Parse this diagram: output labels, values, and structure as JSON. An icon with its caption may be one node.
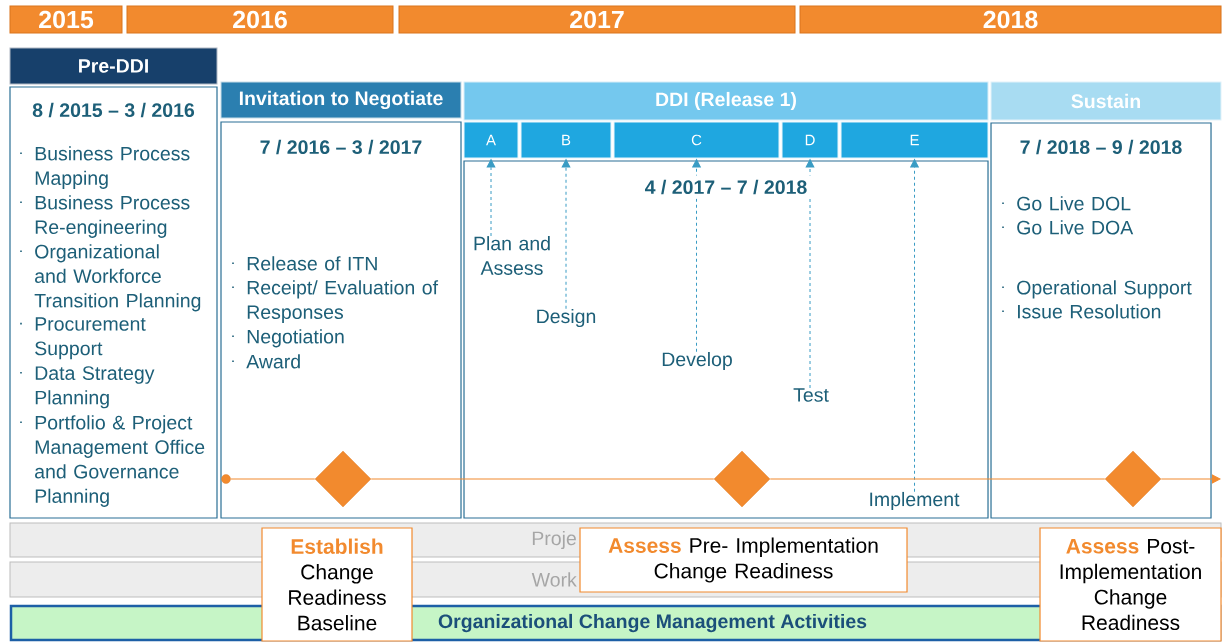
{
  "diagram": {
    "nodes": [
      {
        "text": [
          "2015"
        ]
      },
      {
        "text": [
          "2016"
        ]
      },
      {
        "text": [
          "2017"
        ]
      },
      {
        "text": [
          "2018"
        ]
      },
      {
        "text": [
          "Pre-DDI"
        ]
      },
      {
        "text": [
          "8 / 2015 – 3 / 2016",
          "Business Process Mapping",
          "Business Process Re-engineering",
          "Organizational and Workforce Transition Planning",
          "Procurement Support",
          "Data Strategy Planning",
          "Portfolio & Project Management Office and Governance Planning"
        ]
      },
      {
        "text": [
          "Invitation to Negotiate"
        ]
      },
      {
        "text": [
          "7 / 2016 – 3 / 2017",
          "Release of ITN",
          "Receipt/ Evaluation of Responses",
          "Negotiation",
          "Award"
        ]
      },
      {
        "text": [
          "DDI (Release 1)"
        ]
      },
      {
        "text": [
          "A"
        ]
      },
      {
        "text": [
          "B"
        ]
      },
      {
        "text": [
          "C"
        ]
      },
      {
        "text": [
          "D"
        ]
      },
      {
        "text": [
          "E"
        ]
      },
      {
        "text": [
          "4 / 2017 – 7 / 2018"
        ]
      },
      {
        "text": [
          "Plan and Assess"
        ],
        "in": 14
      },
      {
        "text": [
          "Design"
        ],
        "in": 14
      },
      {
        "text": [
          "Develop"
        ],
        "in": 14
      },
      {
        "text": [
          "Test"
        ],
        "in": 14
      },
      {
        "text": [
          "Implement"
        ],
        "in": 14
      },
      {
        "text": [
          "Sustain"
        ]
      },
      {
        "text": [
          "7 / 2018 – 9 / 2018",
          "Go Live DOL",
          "Go Live DOA",
          "Operational Support",
          "Issue Resolution"
        ]
      },
      {
        "text": [],
        "shape": "circle",
        "in": 7
      },
      {
        "text": [],
        "shape": "diamond",
        "in": 7
      },
      {
        "text": [],
        "shape": "diamond",
        "in": 14
      },
      {
        "text": [],
        "shape": "diamond",
        "in": 21
      },
      {
        "text": [
          "Proje"
        ]
      },
      {
        "text": [
          "Work"
        ]
      },
      {
        "text": [
          "Organizational Change Management Activities"
        ]
      },
      {
        "text": [
          "Establish",
          "Change Readiness Baseline"
        ]
      },
      {
        "text": [
          "Assess",
          "Pre- Implementation Change Readiness"
        ]
      },
      {
        "text": [
          "Assess",
          "Post- Implementation Change Readiness"
        ]
      }
    ],
    "edges": [
      {
        "from": 15,
        "to": 9,
        "arrow": "to",
        "style": "dashed"
      },
      {
        "from": 16,
        "to": 10,
        "arrow": "to",
        "style": "dashed"
      },
      {
        "from": 17,
        "to": 11,
        "arrow": "to",
        "style": "dashed"
      },
      {
        "from": 18,
        "to": 12,
        "arrow": "to",
        "style": "dashed"
      },
      {
        "from": 19,
        "to": 13,
        "arrow": "to",
        "style": "dashed"
      },
      {
        "from": 22,
        "to": 23,
        "arrow": "none",
        "color": "#f28a2e"
      },
      {
        "from": 23,
        "to": 24,
        "arrow": "none",
        "color": "#f28a2e"
      },
      {
        "from": 24,
        "to": 25,
        "arrow": "none",
        "color": "#f28a2e"
      },
      {
        "from": 25,
        "to": null,
        "arrow": "to",
        "color": "#f28a2e"
      }
    ]
  }
}
